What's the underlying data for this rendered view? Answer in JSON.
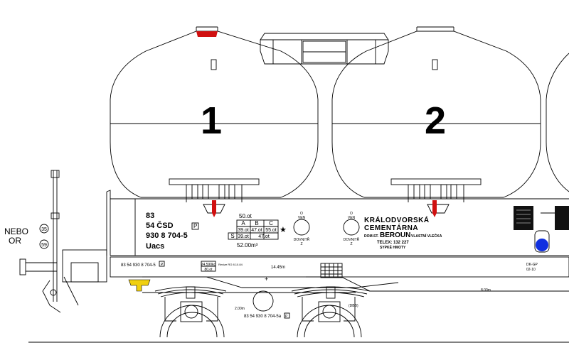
{
  "hoppers": [
    {
      "number": "1"
    },
    {
      "number": "2"
    }
  ],
  "side_labels": {
    "line1": "NEBO",
    "line2": "OR"
  },
  "round_signs": [
    "35",
    "59"
  ],
  "wagon_id": {
    "line1": "83",
    "line2": "54 ČSD",
    "p_box": "P",
    "line3": "930 8 704-5",
    "line4": "Uacs"
  },
  "load_table": {
    "top": "50.ot",
    "headers": [
      "A",
      "B",
      "C"
    ],
    "row1": [
      "39.ot",
      "47.ot",
      "55.ot"
    ],
    "row2_label": "S",
    "row2": [
      "39.ot",
      "47.ot"
    ],
    "volume": "52.00m³",
    "star": "★"
  },
  "valve_labels": [
    {
      "top1": "O",
      "top2": "VEN",
      "bottom1": "DOVNITŘ",
      "bottom2": "Z"
    },
    {
      "top1": "O",
      "top2": "VEN",
      "bottom1": "DOVNITŘ",
      "bottom2": "Z"
    }
  ],
  "owner": {
    "line1": "KRÁLODVORSKÁ",
    "line2": "CEMENTÁRNA",
    "dom_prefix": "DOM.ST.",
    "dom_city": "BEROUN",
    "dom_suffix": "VLASTNÍ VLEČKA",
    "telex": "TELEX:   132   227",
    "cargo": "SYPKÉ   HMOTY"
  },
  "frame": {
    "number": "83 54 930 8 704-5",
    "p_box": "P",
    "tare_top": "24.590kg",
    "tare_bottom": "80.ot",
    "revision": "Revize RO  8.10.84",
    "length_marker": "14.45m",
    "plate_right_top": "DK-GP",
    "plate_right_bottom": "02-10",
    "dim_8": "8.00m",
    "dim_2": "2.00m",
    "bogie_number": "83 54 930 8 704-5a",
    "bogie_p": "P",
    "small_tag": "(DBB)"
  },
  "colors": {
    "valve_red": "#d01010",
    "hook_yellow": "#f0d010",
    "lamp_blue": "#1030e0"
  }
}
